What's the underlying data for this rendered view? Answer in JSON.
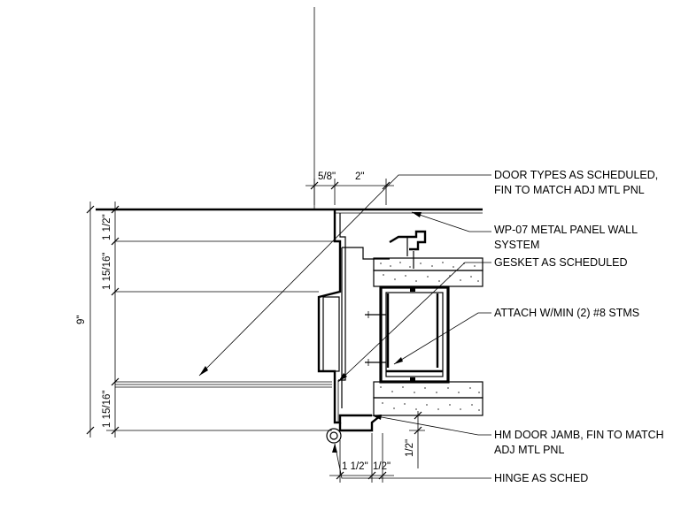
{
  "notes": [
    "DOOR TYPES AS SCHEDULED,",
    "FIN TO MATCH ADJ MTL PNL",
    "WP-07 METAL PANEL WALL",
    "SYSTEM",
    "GESKET AS SCHEDULED",
    "ATTACH W/MIN (2) #8 STMS",
    "HM DOOR JAMB, FIN TO MATCH",
    "ADJ MTL PNL",
    "HINGE AS SCHED"
  ],
  "dimensions": {
    "top_a": "5/8\"",
    "top_b": "2\"",
    "left_total": "9\"",
    "left_a": "1 1/2\"",
    "left_b": "1 15/16\"",
    "left_c": "1 15/16\"",
    "bottom_a": "1 1/2\"",
    "bottom_b": "1/2\"",
    "right_a": "1/2\""
  }
}
